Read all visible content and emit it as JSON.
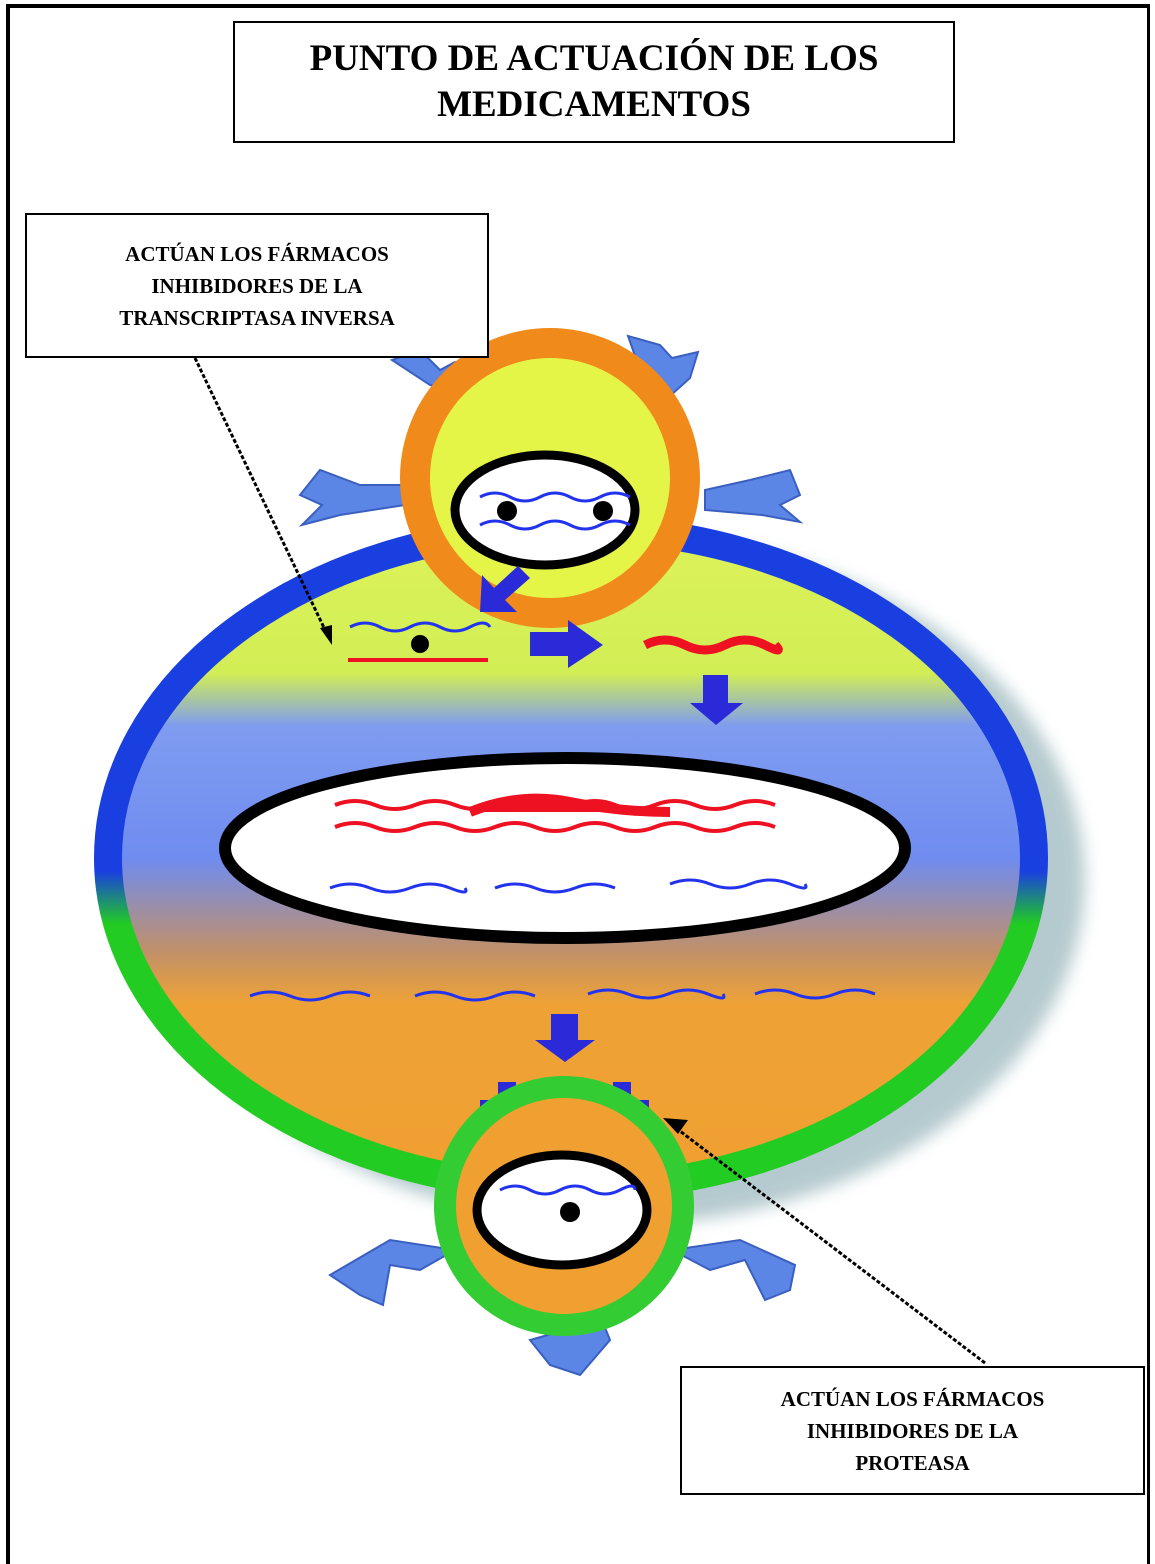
{
  "title": "PUNTO DE ACTUACIÓN DE LOS\nMEDICAMENTOS",
  "labels": {
    "reverse_transcriptase": "ACTÚAN LOS FÁRMACOS\nINHIBIDORES DE LA\nTRANSCRIPTASA INVERSA",
    "protease": "ACTÚAN LOS FÁRMACOS\nINHIBIDORES DE LA\nPROTEASA"
  },
  "colors": {
    "membrane_top": "#1a3fe0",
    "membrane_bottom": "#22cc22",
    "cytoplasm_top": "#d8f04a",
    "cytoplasm_mid": "#6f8cf0",
    "cytoplasm_bottom": "#f0a030",
    "virus_corona_top": "#f08a1a",
    "virus_corona_bottom": "#33cc33",
    "receptor": "#5b86e5",
    "rna_blue": "#2233ee",
    "dna_red": "#ee1122",
    "arrow": "#2a2ad8"
  }
}
